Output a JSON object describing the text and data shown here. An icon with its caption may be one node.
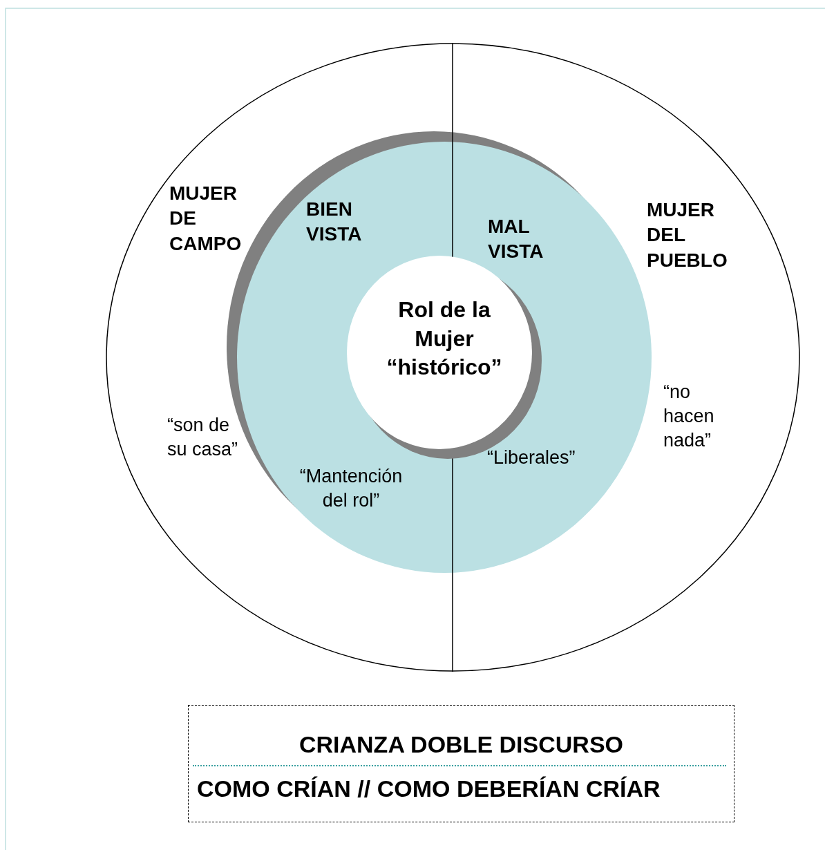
{
  "diagram": {
    "nodes": [
      {
        "text": [
          "MUJER DE CAMPO",
          "“son de su casa”",
          "MUJER DEL PUEBLO",
          "“no hacen nada”"
        ]
      },
      {
        "text": [
          "BIEN VISTA",
          "“Mantención del rol”",
          "MAL VISTA",
          "“Liberales”"
        ],
        "in": 0
      },
      {
        "text": [
          "Rol de la Mujer “histórico”"
        ],
        "in": 1
      },
      {
        "text": [
          "CRIANZA DOBLE DISCURSO",
          "COMO CRÍAN // COMO DEBERÍAN CRÍAR"
        ]
      }
    ],
    "edges": []
  }
}
